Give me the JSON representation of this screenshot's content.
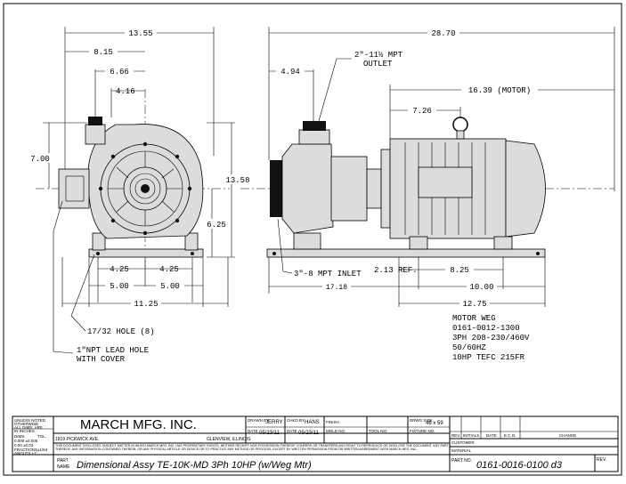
{
  "dimensions": {
    "d_13_55": "13.55",
    "d_8_15": "8.15",
    "d_6_66": "6.66",
    "d_4_16": "4.16",
    "d_7_00": "7.00",
    "d_13_58": "13.58",
    "d_6_25": "6.25",
    "d_4_25a": "4.25",
    "d_4_25b": "4.25",
    "d_5_00a": "5.00",
    "d_5_00b": "5.00",
    "d_11_25": "11.25",
    "d_28_70": "28.70",
    "d_4_94": "4.94",
    "d_16_39": "16.39 (MOTOR)",
    "d_7_26": "7.26",
    "d_2_13": "2.13 REF.",
    "d_8_25": "8.25",
    "d_17_18": "17.18",
    "d_10_00": "10.00",
    "d_12_75": "12.75"
  },
  "notes": {
    "outlet_line1": "2\"-11½ MPT",
    "outlet_line2": "OUTLET",
    "inlet": "3\"-8 MPT INLET",
    "hole": "17/32 HOLE (8)",
    "lead_line1": "1\"NPT LEAD HOLE",
    "lead_line2": "WITH COVER",
    "motor_lines": [
      "MOTOR WEG",
      "0161-0012-1300",
      "3PH 208-230/460V",
      "50/60HZ",
      "10HP TEFC 215FR"
    ]
  },
  "title_block": {
    "unless_noted": [
      "UNLESS NOTED",
      "OTHERWISE",
      "ALL DIMS. ARE",
      "IN INCHES."
    ],
    "tol_header": [
      "DIMS.",
      "TOL."
    ],
    "tol_rows": [
      "0.000  ±0.005",
      "0.00   ±0.03",
      "FRACTIONS±1/64",
      "ANGLES  ±1°"
    ],
    "company": "MARCH MFG. INC.",
    "address": "1819 PICKWICK AVE.",
    "city": "GLENVIEW, ILLINOIS",
    "drawn_label": "DRAWN BY",
    "drawn_by": "JERRY",
    "chkd_label": "CHKD BY",
    "chkd_by": "HANS",
    "finish_label": "FINISH",
    "drwg_label": "DRWG SIZE",
    "drwg_size": "46 x 59",
    "date_label": "DATE",
    "date1": "05/23/11",
    "date2": "05/23/11",
    "mold_label": "MOLD NO.",
    "tool_label": "TOOL NO.",
    "fixture_label": "FIXTURE NO.",
    "confidential": "THIS DOCUMENT DISCLOSES SUBJECT MATTER IN WHICH MARCH MFG. INC. HAS PROPRIETARY RIGHTS. NEITHER RECEIPT NOR POSSESSION THEREOF CONFERS OR TRANSFERS ANY RIGHT TO REPRODUCE OR DISCLOSE THE DOCUMENT, ANY PART THEREOF, ANY INFORMATION CONTAINED THEREIN, OR ANY PHYSICAL ARTICLE OR DEVICE OR TO PRACTICE ANY METHOD OR PROCESS, EXCEPT BY WRITTEN PERMISSION FROM OR WRITTEN AGREEMENT WITH MARCH MFG. INC.",
    "part_label": "PART",
    "name_label": "NAME",
    "part_name": "Dimensional Assy TE-10K-MD 3Ph 10HP (w/Weg Mtr)",
    "rev_headers": [
      "REV.",
      "INITIALS",
      "DATE",
      "E.C.O.",
      "CHANGE"
    ],
    "customer_label": "CUSTOMER",
    "material_label": "MATERIAL",
    "part_no_label": "PART NO.",
    "part_no": "0161-0016-0100 d3",
    "rev_label": "REV."
  }
}
